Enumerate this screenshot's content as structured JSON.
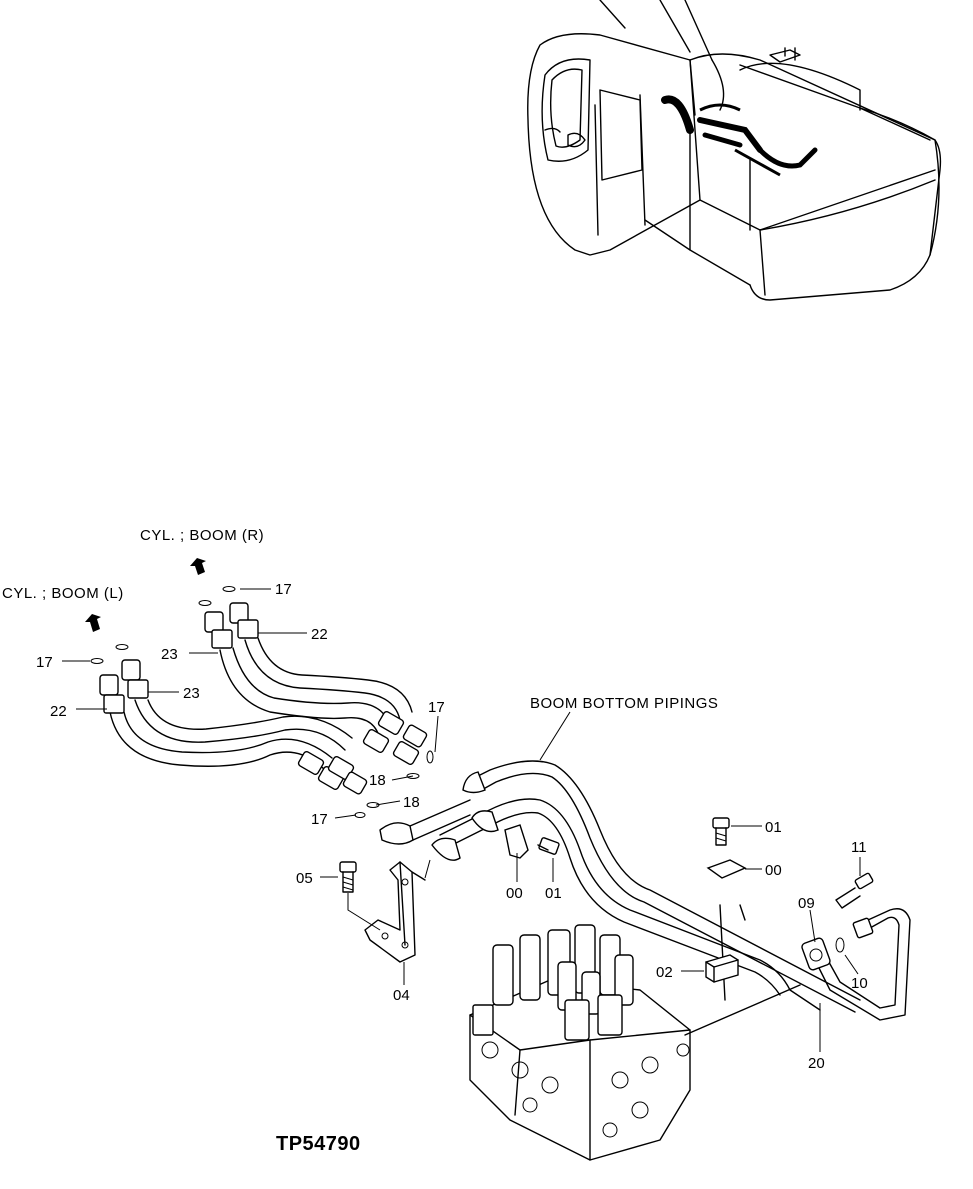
{
  "diagram_code": "TP54790",
  "captions": {
    "boom_r": "CYL. ; BOOM (R)",
    "boom_l": "CYL. ; BOOM (L)",
    "boom_bottom": "BOOM BOTTOM PIPINGS"
  },
  "parts": {
    "p17a": "17",
    "p22a": "22",
    "p23a": "23",
    "p17b": "17",
    "p23b": "23",
    "p22b": "22",
    "p17c": "17",
    "p18a": "18",
    "p18b": "18",
    "p17d": "17",
    "p05": "05",
    "p04": "04",
    "p00a": "00",
    "p01a": "01",
    "p01b": "01",
    "p00b": "00",
    "p11": "11",
    "p09": "09",
    "p10": "10",
    "p02": "02",
    "p20": "20"
  }
}
